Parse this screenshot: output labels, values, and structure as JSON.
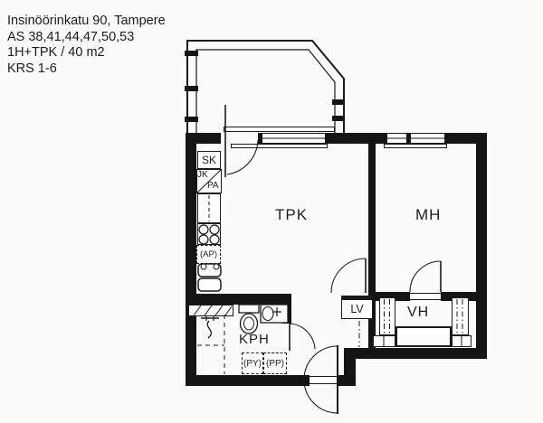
{
  "header": {
    "address": "Insinöörinkatu 90, Tampere",
    "apartments": "AS 38,41,44,47,50,53",
    "unit_type": "1H+TPK / 40 m2",
    "floors": "KRS 1-6"
  },
  "room_labels": {
    "tpk": "TPK",
    "mh": "MH",
    "vh": "VH",
    "kph": "KPH"
  },
  "fixture_labels": {
    "sk": "SK",
    "jk": "JK",
    "pa": "PA",
    "ap": "(AP)",
    "py": "(PY)",
    "pp": "(PP)",
    "lv": "LV"
  },
  "colors": {
    "ink": "#1b1b1b",
    "wall": "#141414",
    "paper": "#fbfbf9"
  }
}
